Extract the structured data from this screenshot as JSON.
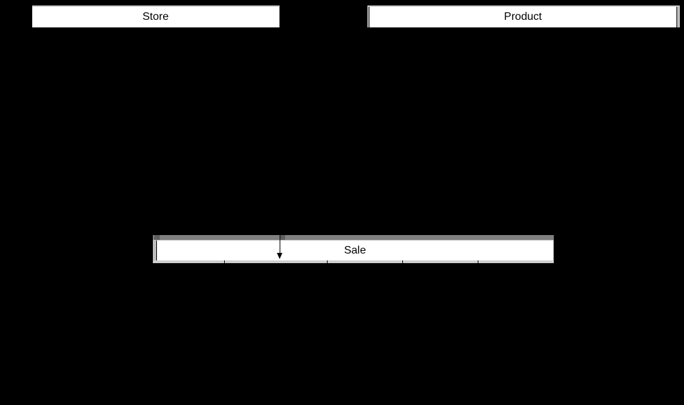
{
  "entities": {
    "store": {
      "label": "Store"
    },
    "product": {
      "label": "Product"
    },
    "sale": {
      "label": "Sale"
    }
  },
  "colors": {
    "background": "#000000",
    "entity_fill": "#ffffff",
    "frame_gray": "#808080"
  }
}
